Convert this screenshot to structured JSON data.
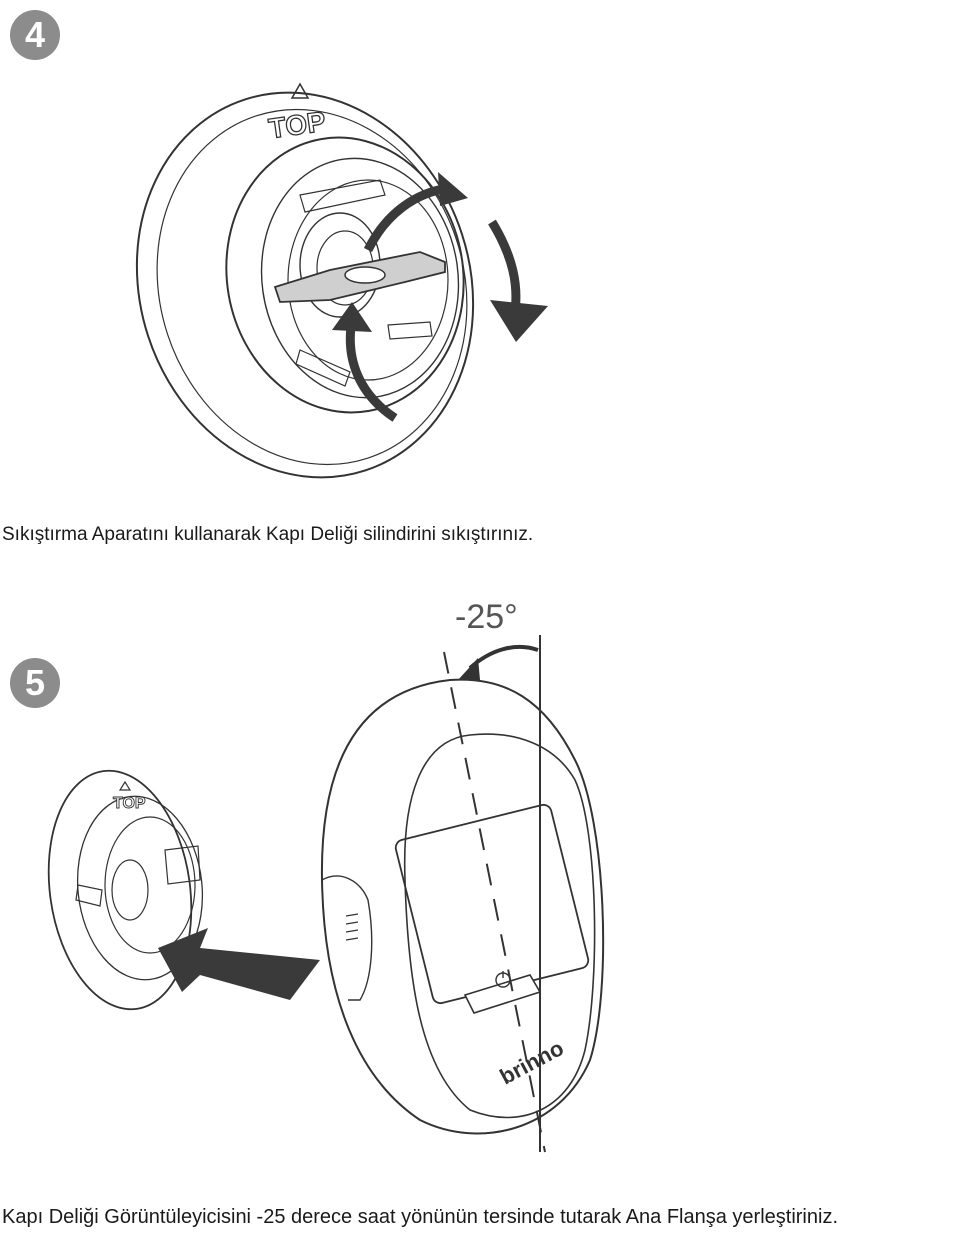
{
  "step4": {
    "number": "4",
    "top_label": "TOP",
    "caption": "Sıkıştırma Aparatını kullanarak Kapı Deliği silindirini sıkıştırınız."
  },
  "step5": {
    "number": "5",
    "top_label": "TOP",
    "angle_label": "-25°",
    "brand_label": "brinno",
    "caption": "Kapı Deliği Görüntüleyicisini -25 derece saat yönünün tersinde tutarak Ana Flanşa yerleştiriniz."
  }
}
